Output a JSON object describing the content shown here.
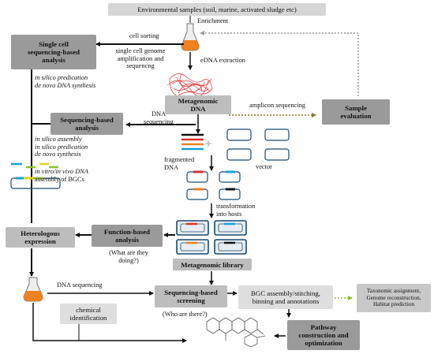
{
  "header": {
    "env_samples": "Environmental samples (soil, marine, activated sludge etc)"
  },
  "labels": {
    "enrichment": "Enrichment",
    "cell_sorting": "cell sorting",
    "single_cell_amp": [
      "single cell genome",
      "amplification and",
      "sequencng"
    ],
    "edna_extraction": "eDNA extraction",
    "amplicon_seq": "amplicon sequencing",
    "dna_seq_1": "DNA",
    "dna_seq_2": "sequencing",
    "sc_path": [
      "in silico predication",
      "de novo DNA synthesis"
    ],
    "seq_path": [
      "in silico assembly",
      "in silico predication",
      "de novo synthesis"
    ],
    "invitro": [
      "in vitro/in vivo DNA",
      "assembly of BGCs"
    ],
    "fragmented": [
      "fragmented",
      "DNA"
    ],
    "vector": "vector",
    "transformation": [
      "transformation",
      "into hosts"
    ],
    "what_doing": [
      "(What are they",
      "doing?)"
    ],
    "dna_sequencing": "DNA sequencing",
    "who_there": "(Who are there?)",
    "bgc_assembly": [
      "BGC assembly/stitching,",
      "binning and annotations"
    ]
  },
  "boxes": {
    "single_cell": [
      "Single cell",
      "sequencing-based",
      "analysis"
    ],
    "metagenomic_dna": [
      "Metagenomic",
      "DNA"
    ],
    "sample_eval": [
      "Sample",
      "evaluation"
    ],
    "seq_analysis": [
      "Sequencing-based",
      "analysis"
    ],
    "heterologous": [
      "Heterologous",
      "expression"
    ],
    "function_analysis": [
      "Function-based",
      "analysis"
    ],
    "metagenomic_library": "Metagenomic library",
    "seq_screening": [
      "Sequencing-based",
      "screening"
    ],
    "chemical_id": [
      "chemical",
      "identification"
    ],
    "taxonomic": [
      "Taxonomic assignment,",
      "Genome reconstruction,",
      "Habitat prediction"
    ],
    "pathway": [
      "Pathway",
      "construction and",
      "optimization"
    ]
  },
  "colors": {
    "red": "#e03030",
    "orange": "#f08020",
    "blue": "#1aa0d8",
    "black": "#111111",
    "green": "#8fbf2f",
    "yellow": "#e8d020",
    "dotted_arrow": "#999999",
    "amplicon_arrow": "#8a7a20"
  }
}
